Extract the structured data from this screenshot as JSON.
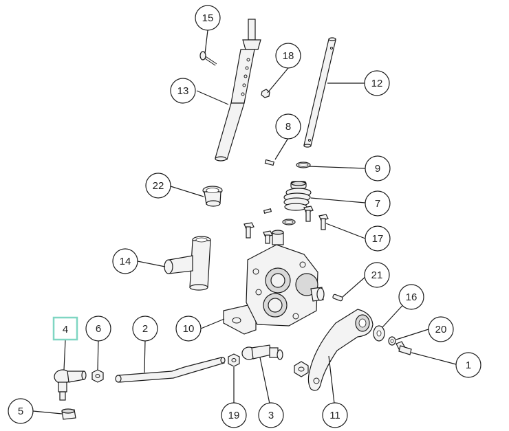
{
  "callouts": [
    {
      "id": "c15",
      "label": "15"
    },
    {
      "id": "c18",
      "label": "18"
    },
    {
      "id": "c13",
      "label": "13"
    },
    {
      "id": "c12",
      "label": "12"
    },
    {
      "id": "c8",
      "label": "8"
    },
    {
      "id": "c9",
      "label": "9"
    },
    {
      "id": "c22",
      "label": "22"
    },
    {
      "id": "c7",
      "label": "7"
    },
    {
      "id": "c17",
      "label": "17"
    },
    {
      "id": "c14",
      "label": "14"
    },
    {
      "id": "c21",
      "label": "21"
    },
    {
      "id": "c16",
      "label": "16"
    },
    {
      "id": "c4",
      "label": "4",
      "highlighted": true
    },
    {
      "id": "c6",
      "label": "6"
    },
    {
      "id": "c2",
      "label": "2"
    },
    {
      "id": "c10",
      "label": "10"
    },
    {
      "id": "c20",
      "label": "20"
    },
    {
      "id": "c1",
      "label": "1"
    },
    {
      "id": "c5",
      "label": "5"
    },
    {
      "id": "c19",
      "label": "19"
    },
    {
      "id": "c3",
      "label": "3"
    },
    {
      "id": "c11",
      "label": "11"
    }
  ],
  "colors": {
    "highlight": "#7fd6c2",
    "line": "#1a1a1a",
    "background": "#ffffff"
  }
}
